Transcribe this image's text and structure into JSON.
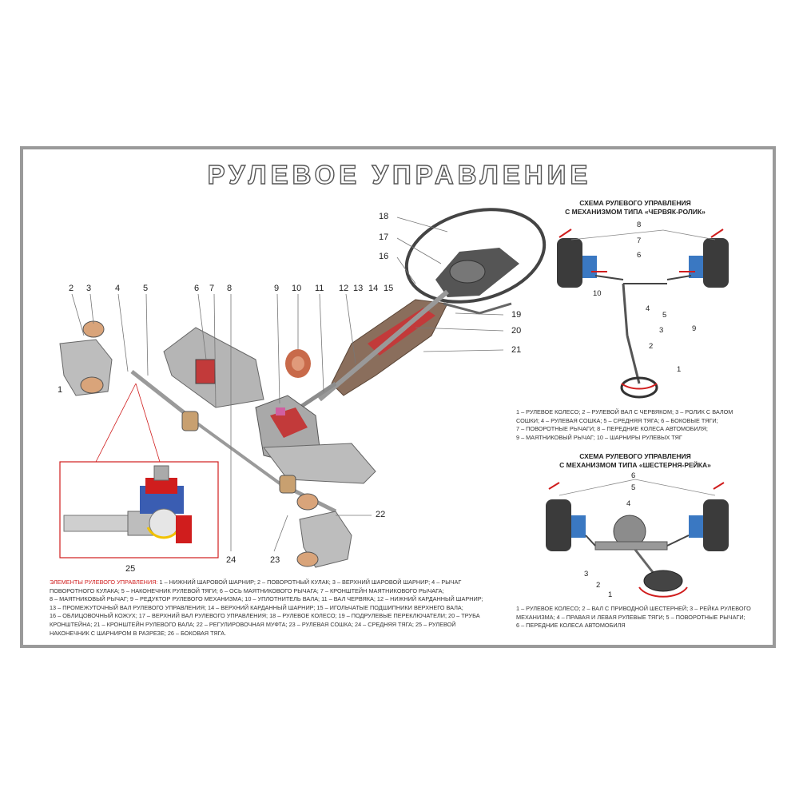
{
  "poster": {
    "title": "РУЛЕВОЕ    УПРАВЛЕНИЕ"
  },
  "main_callouts": {
    "top": [
      "2",
      "3",
      "4",
      "5",
      "6",
      "7",
      "8",
      "9",
      "10",
      "11",
      "12",
      "13",
      "14",
      "15"
    ],
    "left": "1",
    "right": [
      "18",
      "17",
      "16",
      "19",
      "20",
      "21",
      "22"
    ],
    "bottom": [
      "25",
      "24",
      "23"
    ]
  },
  "legend_main": {
    "heading": "ЭЛЕМЕНТЫ РУЛЕВОГО УПРАВЛЕНИЯ:",
    "lines": [
      "1 – НИЖНИЙ ШАРОВОЙ ШАРНИР; 2 – ПОВОРОТНЫЙ КУЛАК; 3 – ВЕРХНИЙ ШАРОВОЙ ШАРНИР; 4 – РЫЧАГ",
      "ПОВОРОТНОГО КУЛАКА; 5 – НАКОНЕЧНИК РУЛЕВОЙ ТЯГИ; 6 – ОСЬ МАЯТНИКОВОГО РЫЧАГА; 7 – КРОНШТЕЙН МАЯТНИКОВОГО РЫЧАГА;",
      "8 – МАЯТНИКОВЫЙ РЫЧАГ; 9 – РЕДУКТОР РУЛЕВОГО МЕХАНИЗМА; 10 – УПЛОТНИТЕЛЬ ВАЛА; 11 – ВАЛ ЧЕРВЯКА; 12 – НИЖНИЙ КАРДАННЫЙ ШАРНИР;",
      "13 – ПРОМЕЖУТОЧНЫЙ ВАЛ РУЛЕВОГО УПРАВЛЕНИЯ; 14 – ВЕРХНИЙ КАРДАННЫЙ ШАРНИР; 15 – ИГОЛЬЧАТЫЕ ПОДШИПНИКИ ВЕРХНЕГО ВАЛА;",
      "16 – ОБЛИЦОВОЧНЫЙ КОЖУХ; 17 – ВЕРХНИЙ ВАЛ РУЛЕВОГО УПРАВЛЕНИЯ; 18 – РУЛЕВОЕ КОЛЕСО; 19 – ПОДРУЛЕВЫЕ ПЕРЕКЛЮЧАТЕЛИ; 20 – ТРУБА",
      "КРОНШТЕЙНА; 21 – КРОНШТЕЙН РУЛЕВОГО ВАЛА; 22 – РЕГУЛИРОВОЧНАЯ МУФТА; 23 – РУЛЕВАЯ СОШКА; 24 – СРЕДНЯЯ ТЯГА; 25 – РУЛЕВОЙ",
      "НАКОНЕЧНИК С ШАРНИРОМ В РАЗРЕЗЕ; 26 – БОКОВАЯ ТЯГА."
    ]
  },
  "scheme1": {
    "heading_line1": "СХЕМА РУЛЕВОГО УПРАВЛЕНИЯ",
    "heading_line2": "С МЕХАНИЗМОМ ТИПА «ЧЕРВЯК-РОЛИК»",
    "numbers": [
      "8",
      "7",
      "6",
      "10",
      "4",
      "5",
      "3",
      "9",
      "2",
      "1"
    ],
    "legend": [
      "1 – РУЛЕВОЕ КОЛЕСО; 2 – РУЛЕВОЙ ВАЛ С ЧЕРВЯКОМ; 3 – РОЛИК С ВАЛОМ",
      "СОШКИ; 4 – РУЛЕВАЯ СОШКА; 5 – СРЕДНЯЯ ТЯГА; 6 – БОКОВЫЕ ТЯГИ;",
      "7 – ПОВОРОТНЫЕ РЫЧАГИ; 8 – ПЕРЕДНИЕ КОЛЕСА АВТОМОБИЛЯ;",
      "9 – МАЯТНИКОВЫЙ РЫЧАГ; 10 – ШАРНИРЫ РУЛЕВЫХ ТЯГ"
    ]
  },
  "scheme2": {
    "heading_line1": "СХЕМА РУЛЕВОГО УПРАВЛЕНИЯ",
    "heading_line2": "С МЕХАНИЗМОМ ТИПА «ШЕСТЕРНЯ-РЕЙКА»",
    "numbers": [
      "6",
      "5",
      "4",
      "3",
      "2",
      "1"
    ],
    "legend": [
      "1 – РУЛЕВОЕ КОЛЕСО; 2 – ВАЛ С ПРИВОДНОЙ ШЕСТЕРНЕЙ; 3 – РЕЙКА РУЛЕВОГО",
      "МЕХАНИЗМА; 4 – ПРАВАЯ И ЛЕВАЯ РУЛЕВЫЕ ТЯГИ; 5 – ПОВОРОТНЫЕ РЫЧАГИ;",
      "6 – ПЕРЕДНИЕ КОЛЕСА АВТОМОБИЛЯ"
    ]
  },
  "colors": {
    "frame": "#9a9a9a",
    "accent_red": "#d01d1d",
    "metal": "#b9b9b9",
    "blue_arm": "#3a78c2",
    "housing_brown": "#8a6e5c"
  }
}
